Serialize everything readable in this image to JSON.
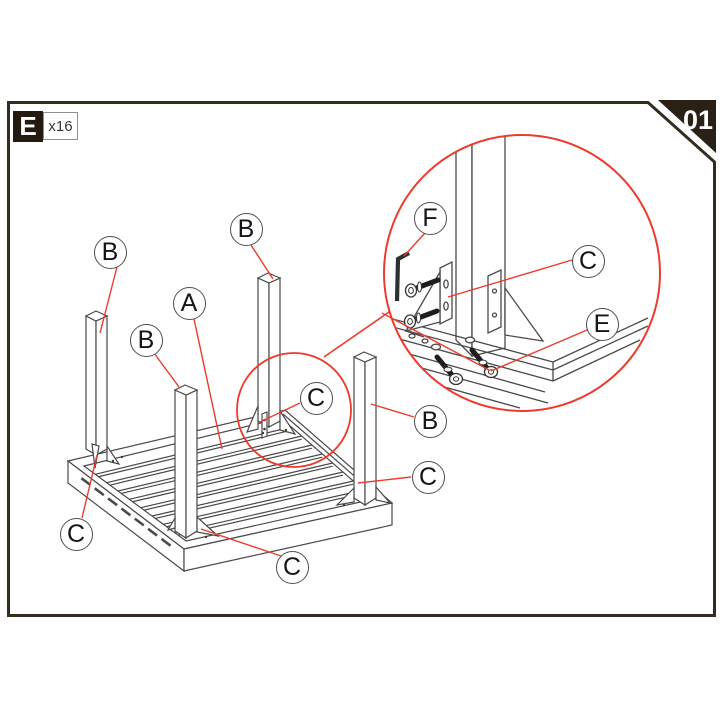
{
  "document": {
    "kind": "furniture-assembly-instruction-step"
  },
  "hardware_badge": {
    "part_letter": "E",
    "quantity_label": "x16"
  },
  "step_number": "01",
  "callouts": [
    {
      "id": "b-back-left-leg",
      "letter": "B"
    },
    {
      "id": "b-back-right-leg",
      "letter": "B"
    },
    {
      "id": "a-frame",
      "letter": "A"
    },
    {
      "id": "b-front-left-leg",
      "letter": "B"
    },
    {
      "id": "c-zoom-source",
      "letter": "C"
    },
    {
      "id": "b-front-right-leg",
      "letter": "B"
    },
    {
      "id": "c-right-bracket",
      "letter": "C"
    },
    {
      "id": "c-left-bracket",
      "letter": "C"
    },
    {
      "id": "c-bottom-bracket",
      "letter": "C"
    },
    {
      "id": "f-allen-key",
      "letter": "F"
    },
    {
      "id": "c-detail-bracket",
      "letter": "C"
    },
    {
      "id": "e-detail-bolts",
      "letter": "E"
    }
  ],
  "colors": {
    "accent_red": "#ee3a2c",
    "line_art": "#4a4a4a",
    "frame_border": "#352c20",
    "corner_bg": "#2b2016",
    "badge_bg": "#241a10"
  }
}
